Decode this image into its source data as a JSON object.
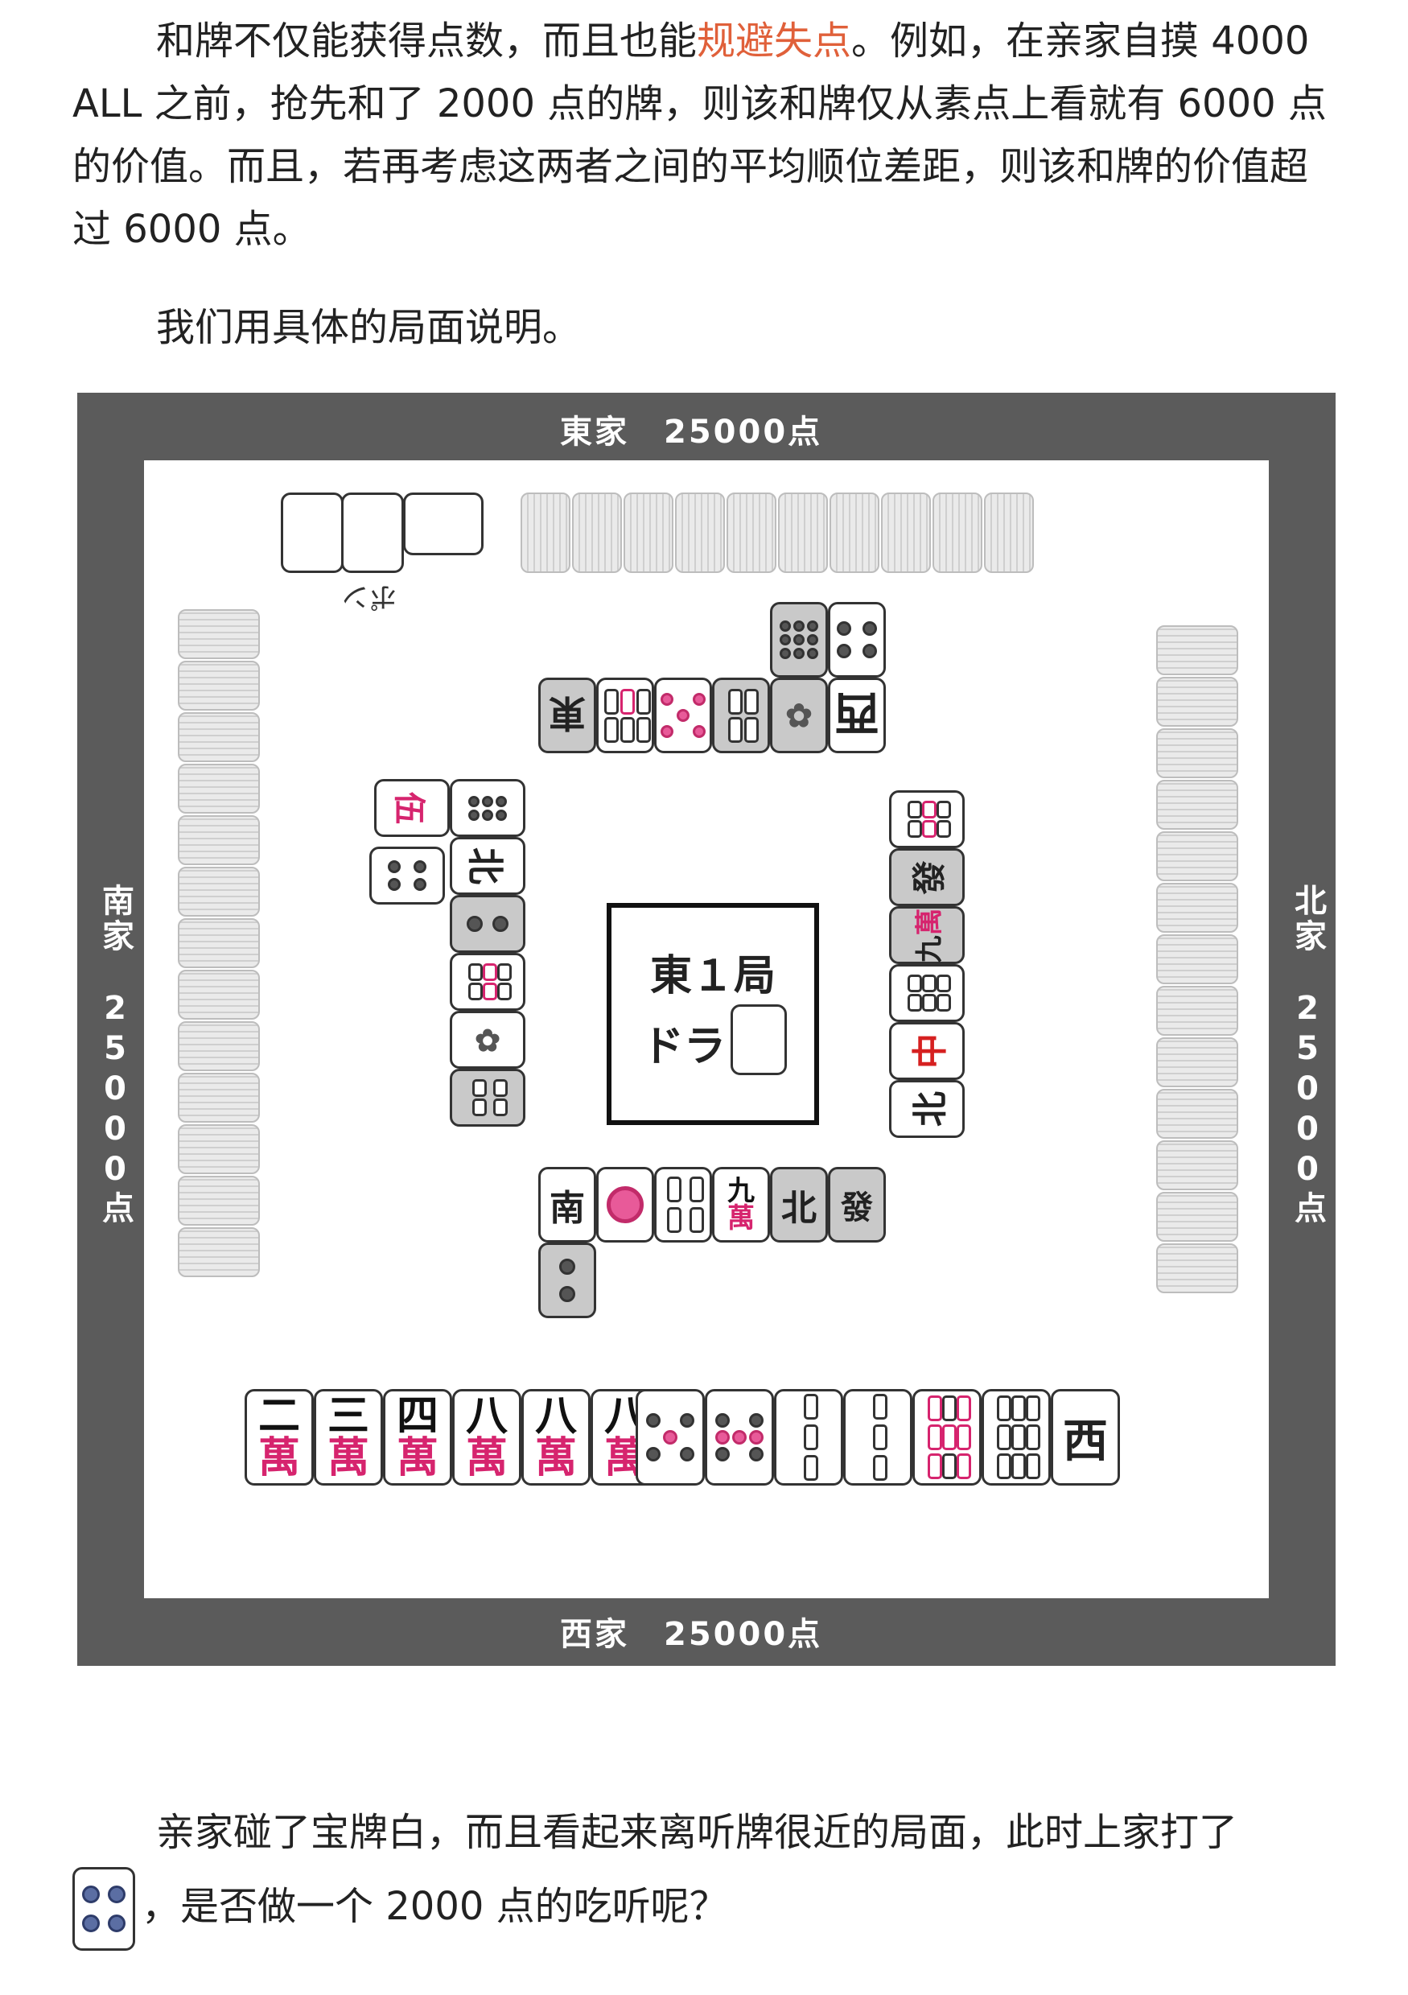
{
  "para1": {
    "a": "和牌不仅能获得点数，而且也能",
    "highlight": "规避失点",
    "b": "。例如，在亲家自摸 4000 ALL 之前，抢先和了 2000 点的牌，则该和牌仅从素点上看就有 6000 点的价值。而且，若再考虑这两者之间的平均顺位差距，则该和牌的价值超过 6000 点。"
  },
  "para2": "我们用具体的局面说明。",
  "board": {
    "seat_top": "東家　25000点",
    "seat_bottom": "西家　25000点",
    "seat_left": "南家　25000点",
    "seat_right": "北家　25000点",
    "pon_label": "ポン",
    "round": "東１局",
    "dora_label": "ドラ",
    "bottom_hand": [
      {
        "n": "二",
        "m": "萬"
      },
      {
        "n": "三",
        "m": "萬"
      },
      {
        "n": "四",
        "m": "萬"
      },
      {
        "n": "八",
        "m": "萬"
      },
      {
        "n": "八",
        "m": "萬"
      },
      {
        "n": "八",
        "m": "萬"
      }
    ],
    "honors": {
      "west": "西",
      "north": "北",
      "south": "南",
      "green": "發",
      "red": "中",
      "nine": "九",
      "wan": "萬",
      "five": "伍"
    }
  },
  "para3": {
    "a": "亲家碰了宝牌白，而且看起来离听牌很近的局面，此时上家打了",
    "b": "，是否做一个 2000 点的吃听呢？"
  },
  "colors": {
    "accent": "#e0603a",
    "board": "#5b5b5b",
    "manzu": "#d6246e"
  }
}
